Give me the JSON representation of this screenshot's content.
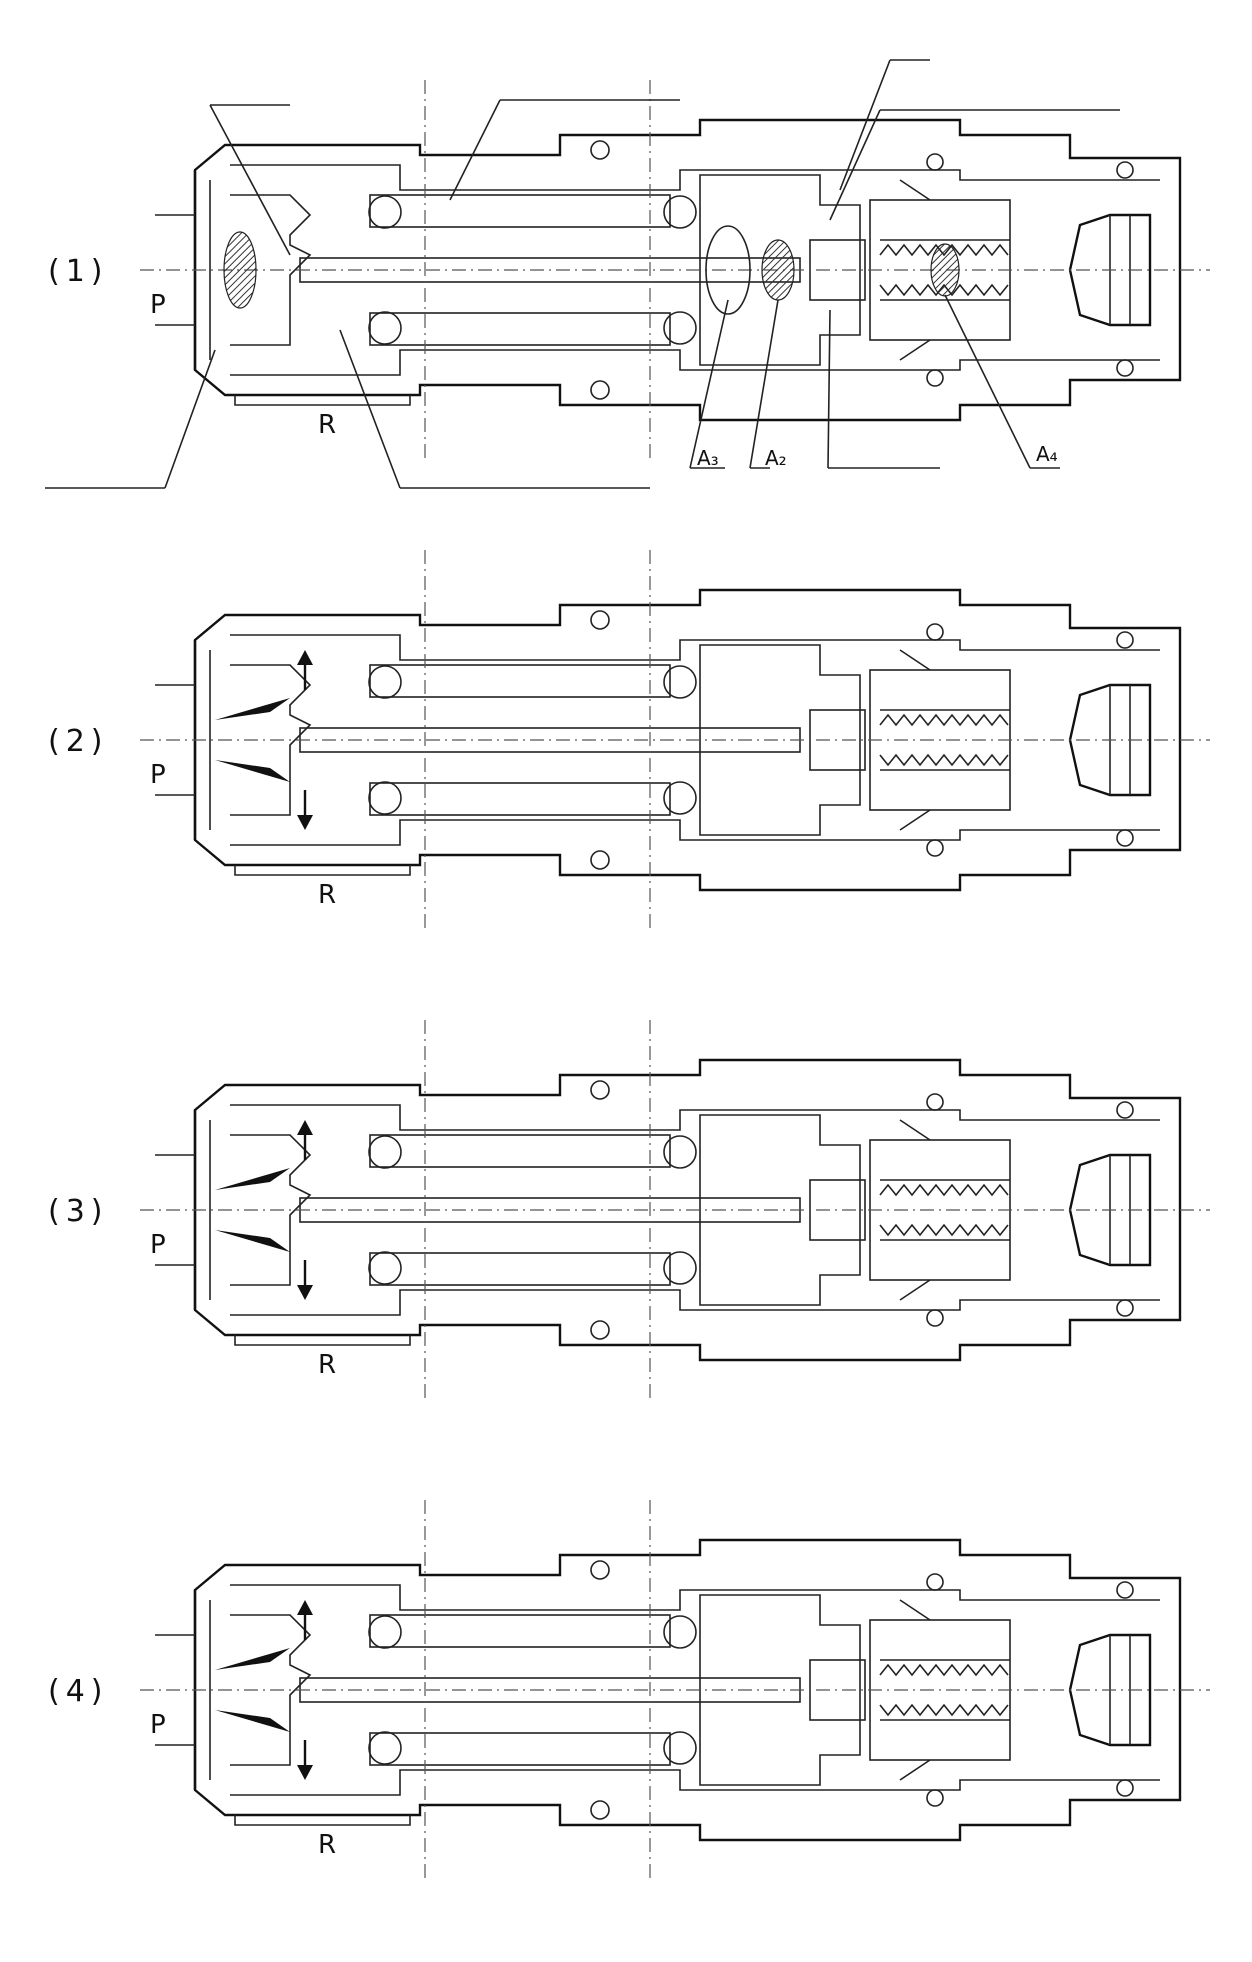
{
  "panels": [
    {
      "label": "(1)",
      "port_p": "P",
      "port_r": "R",
      "area_labels": [
        "A₃",
        "A₂",
        "A₄"
      ]
    },
    {
      "label": "(2)",
      "port_p": "P",
      "port_r": "R"
    },
    {
      "label": "(3)",
      "port_p": "P",
      "port_r": "R"
    },
    {
      "label": "(4)",
      "port_p": "P",
      "port_r": "R"
    }
  ],
  "colors": {
    "line": "#111111",
    "hatch": "#333333",
    "background": "#ffffff"
  }
}
